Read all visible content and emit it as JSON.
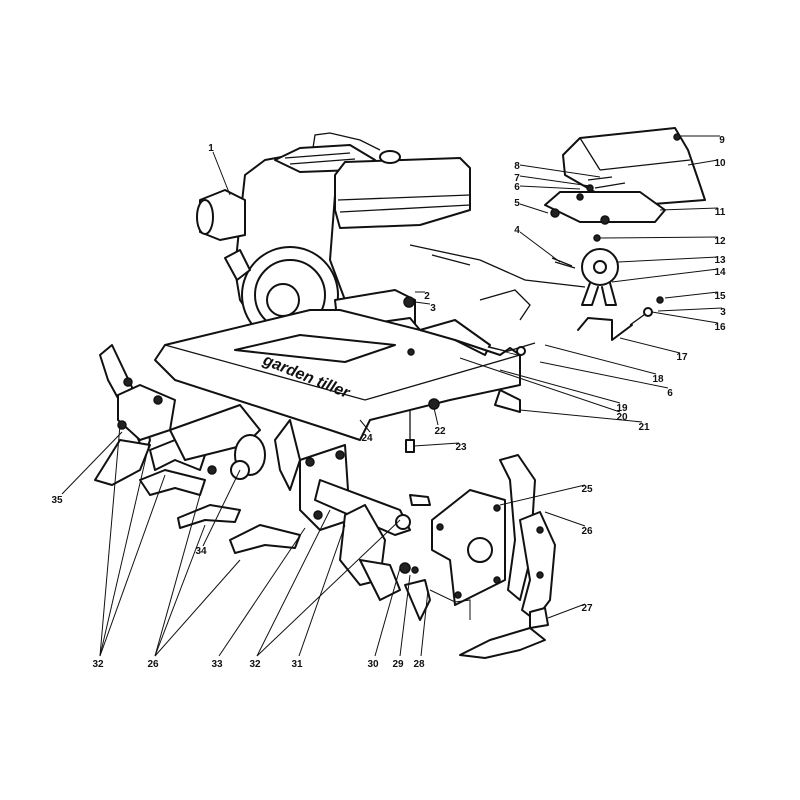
{
  "diagram": {
    "deck_text": "garden tiller",
    "callouts": [
      {
        "n": "1"
      },
      {
        "n": "2"
      },
      {
        "n": "3"
      },
      {
        "n": "3"
      },
      {
        "n": "4"
      },
      {
        "n": "5"
      },
      {
        "n": "6"
      },
      {
        "n": "6"
      },
      {
        "n": "7"
      },
      {
        "n": "8"
      },
      {
        "n": "9"
      },
      {
        "n": "10"
      },
      {
        "n": "11"
      },
      {
        "n": "12"
      },
      {
        "n": "13"
      },
      {
        "n": "14"
      },
      {
        "n": "15"
      },
      {
        "n": "16"
      },
      {
        "n": "17"
      },
      {
        "n": "18"
      },
      {
        "n": "19"
      },
      {
        "n": "20"
      },
      {
        "n": "21"
      },
      {
        "n": "22"
      },
      {
        "n": "23"
      },
      {
        "n": "24"
      },
      {
        "n": "25"
      },
      {
        "n": "26"
      },
      {
        "n": "26"
      },
      {
        "n": "27"
      },
      {
        "n": "28"
      },
      {
        "n": "29"
      },
      {
        "n": "30"
      },
      {
        "n": "31"
      },
      {
        "n": "32"
      },
      {
        "n": "32"
      },
      {
        "n": "33"
      },
      {
        "n": "34"
      },
      {
        "n": "35"
      }
    ]
  }
}
